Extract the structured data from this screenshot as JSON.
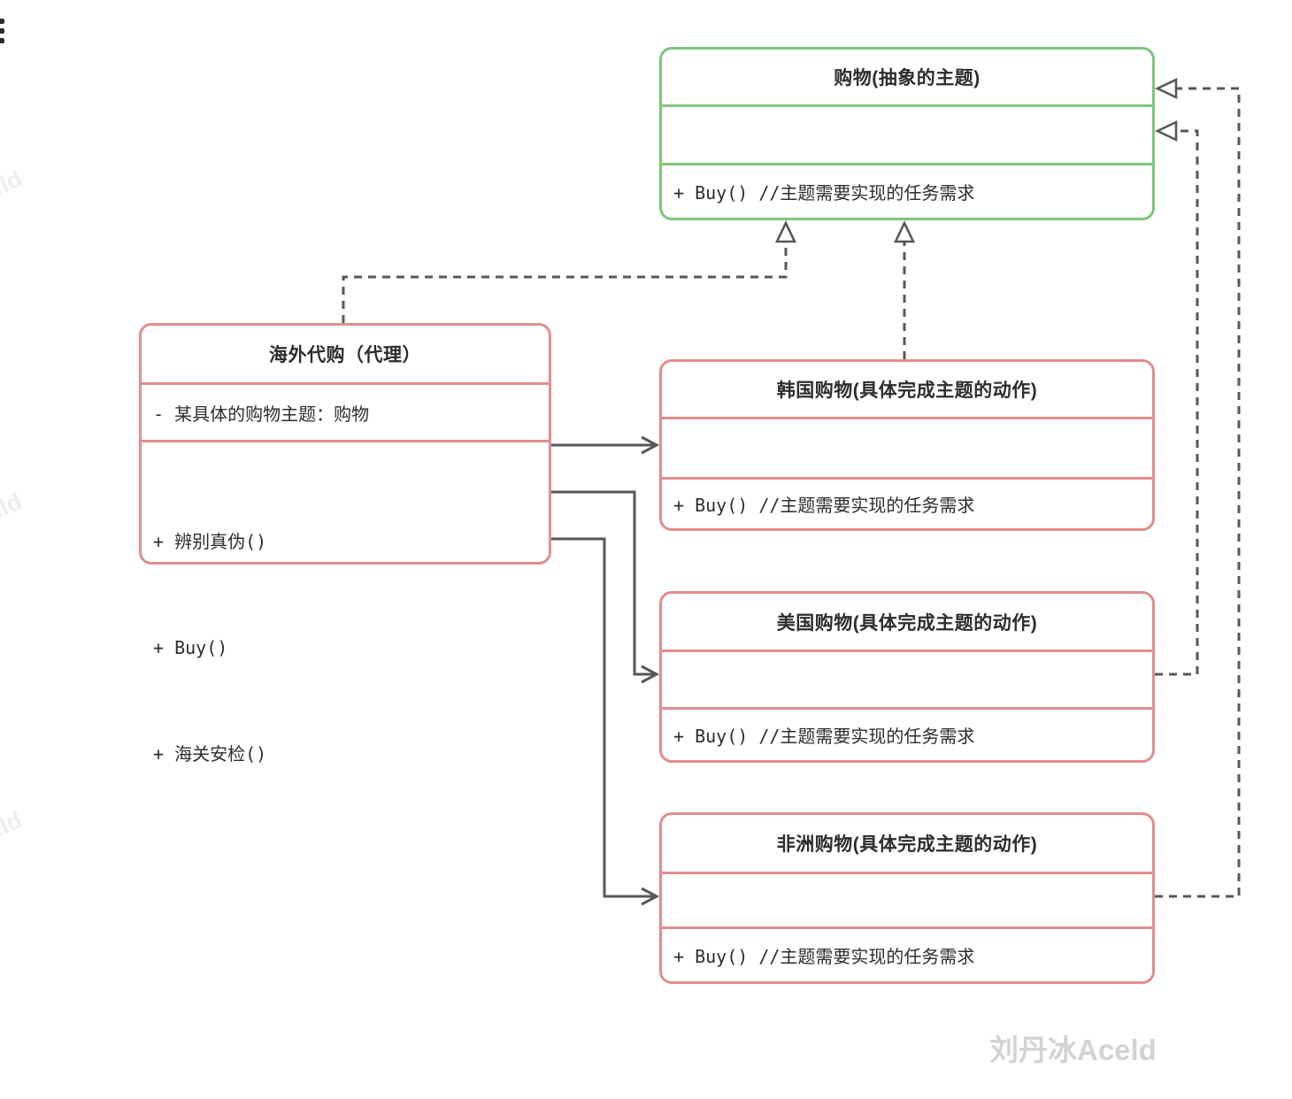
{
  "diagram": {
    "abstract": {
      "title": "购物(抽象的主题)",
      "method": "+ Buy() //主题需要实现的任务需求"
    },
    "proxy": {
      "title": "海外代购（代理）",
      "attribute": "- 某具体的购物主题：购物",
      "methods": [
        "+ 辨别真伪()",
        "+ Buy()",
        "+ 海关安检()"
      ]
    },
    "concretes": [
      {
        "title": "韩国购物(具体完成主题的动作)",
        "method": "+ Buy() //主题需要实现的任务需求"
      },
      {
        "title": "美国购物(具体完成主题的动作)",
        "method": "+ Buy() //主题需要实现的任务需求"
      },
      {
        "title": "非洲购物(具体完成主题的动作)",
        "method": "+ Buy() //主题需要实现的任务需求"
      }
    ],
    "edges": [
      {
        "from": "proxy",
        "to": "abstract",
        "type": "realization-dashed-hollow-triangle"
      },
      {
        "from": "korea",
        "to": "abstract",
        "type": "realization-dashed-hollow-triangle"
      },
      {
        "from": "usa",
        "to": "abstract",
        "type": "realization-dashed-hollow-triangle"
      },
      {
        "from": "africa",
        "to": "abstract",
        "type": "realization-dashed-hollow-triangle"
      },
      {
        "from": "proxy",
        "to": "korea",
        "type": "association-solid-open-arrow"
      },
      {
        "from": "proxy",
        "to": "usa",
        "type": "association-solid-open-arrow"
      },
      {
        "from": "proxy",
        "to": "africa",
        "type": "association-solid-open-arrow"
      }
    ],
    "colors": {
      "abstract_border": "#7ec57e",
      "concrete_border": "#e28d8d",
      "edge_line": "#575757",
      "text": "#2d2d2d",
      "watermark": "#d3d3d3"
    }
  },
  "watermarks": {
    "signature": "刘丹冰Aceld",
    "edge_fragment": "eld"
  }
}
